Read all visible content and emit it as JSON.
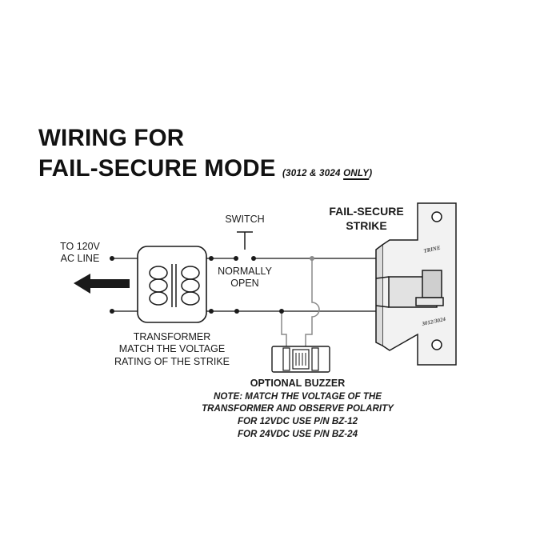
{
  "title": {
    "line1": "WIRING FOR",
    "line2_main": "FAIL-SECURE MODE",
    "line2_paren_open": "(3012 & 3024 ",
    "line2_only": "ONLY",
    "line2_paren_close": ")"
  },
  "labels": {
    "switch": "SWITCH",
    "normally": "NORMALLY",
    "open": "OPEN",
    "to_line1": "TO 120V",
    "to_line2": "AC LINE",
    "strike_line1": "FAIL-SECURE",
    "strike_line2": "STRIKE",
    "transformer_line1": "TRANSFORMER",
    "transformer_line2": "MATCH THE VOLTAGE",
    "transformer_line3": "RATING OF THE STRIKE",
    "buzzer_title": "OPTIONAL BUZZER",
    "note_line1": "NOTE: MATCH THE VOLTAGE OF THE",
    "note_line2": "TRANSFORMER AND OBSERVE POLARITY",
    "note_line3": "FOR 12VDC USE P/N BZ-12",
    "note_line4": "FOR 24VDC USE P/N BZ-24",
    "engraving_top": "TRINE",
    "engraving_bottom": "3012/3024"
  },
  "colors": {
    "ink": "#1a1a1a",
    "wire": "#3a3a3a",
    "buzzer_wire": "#8a8a8a",
    "strike_fill": "#f2f2f2"
  }
}
